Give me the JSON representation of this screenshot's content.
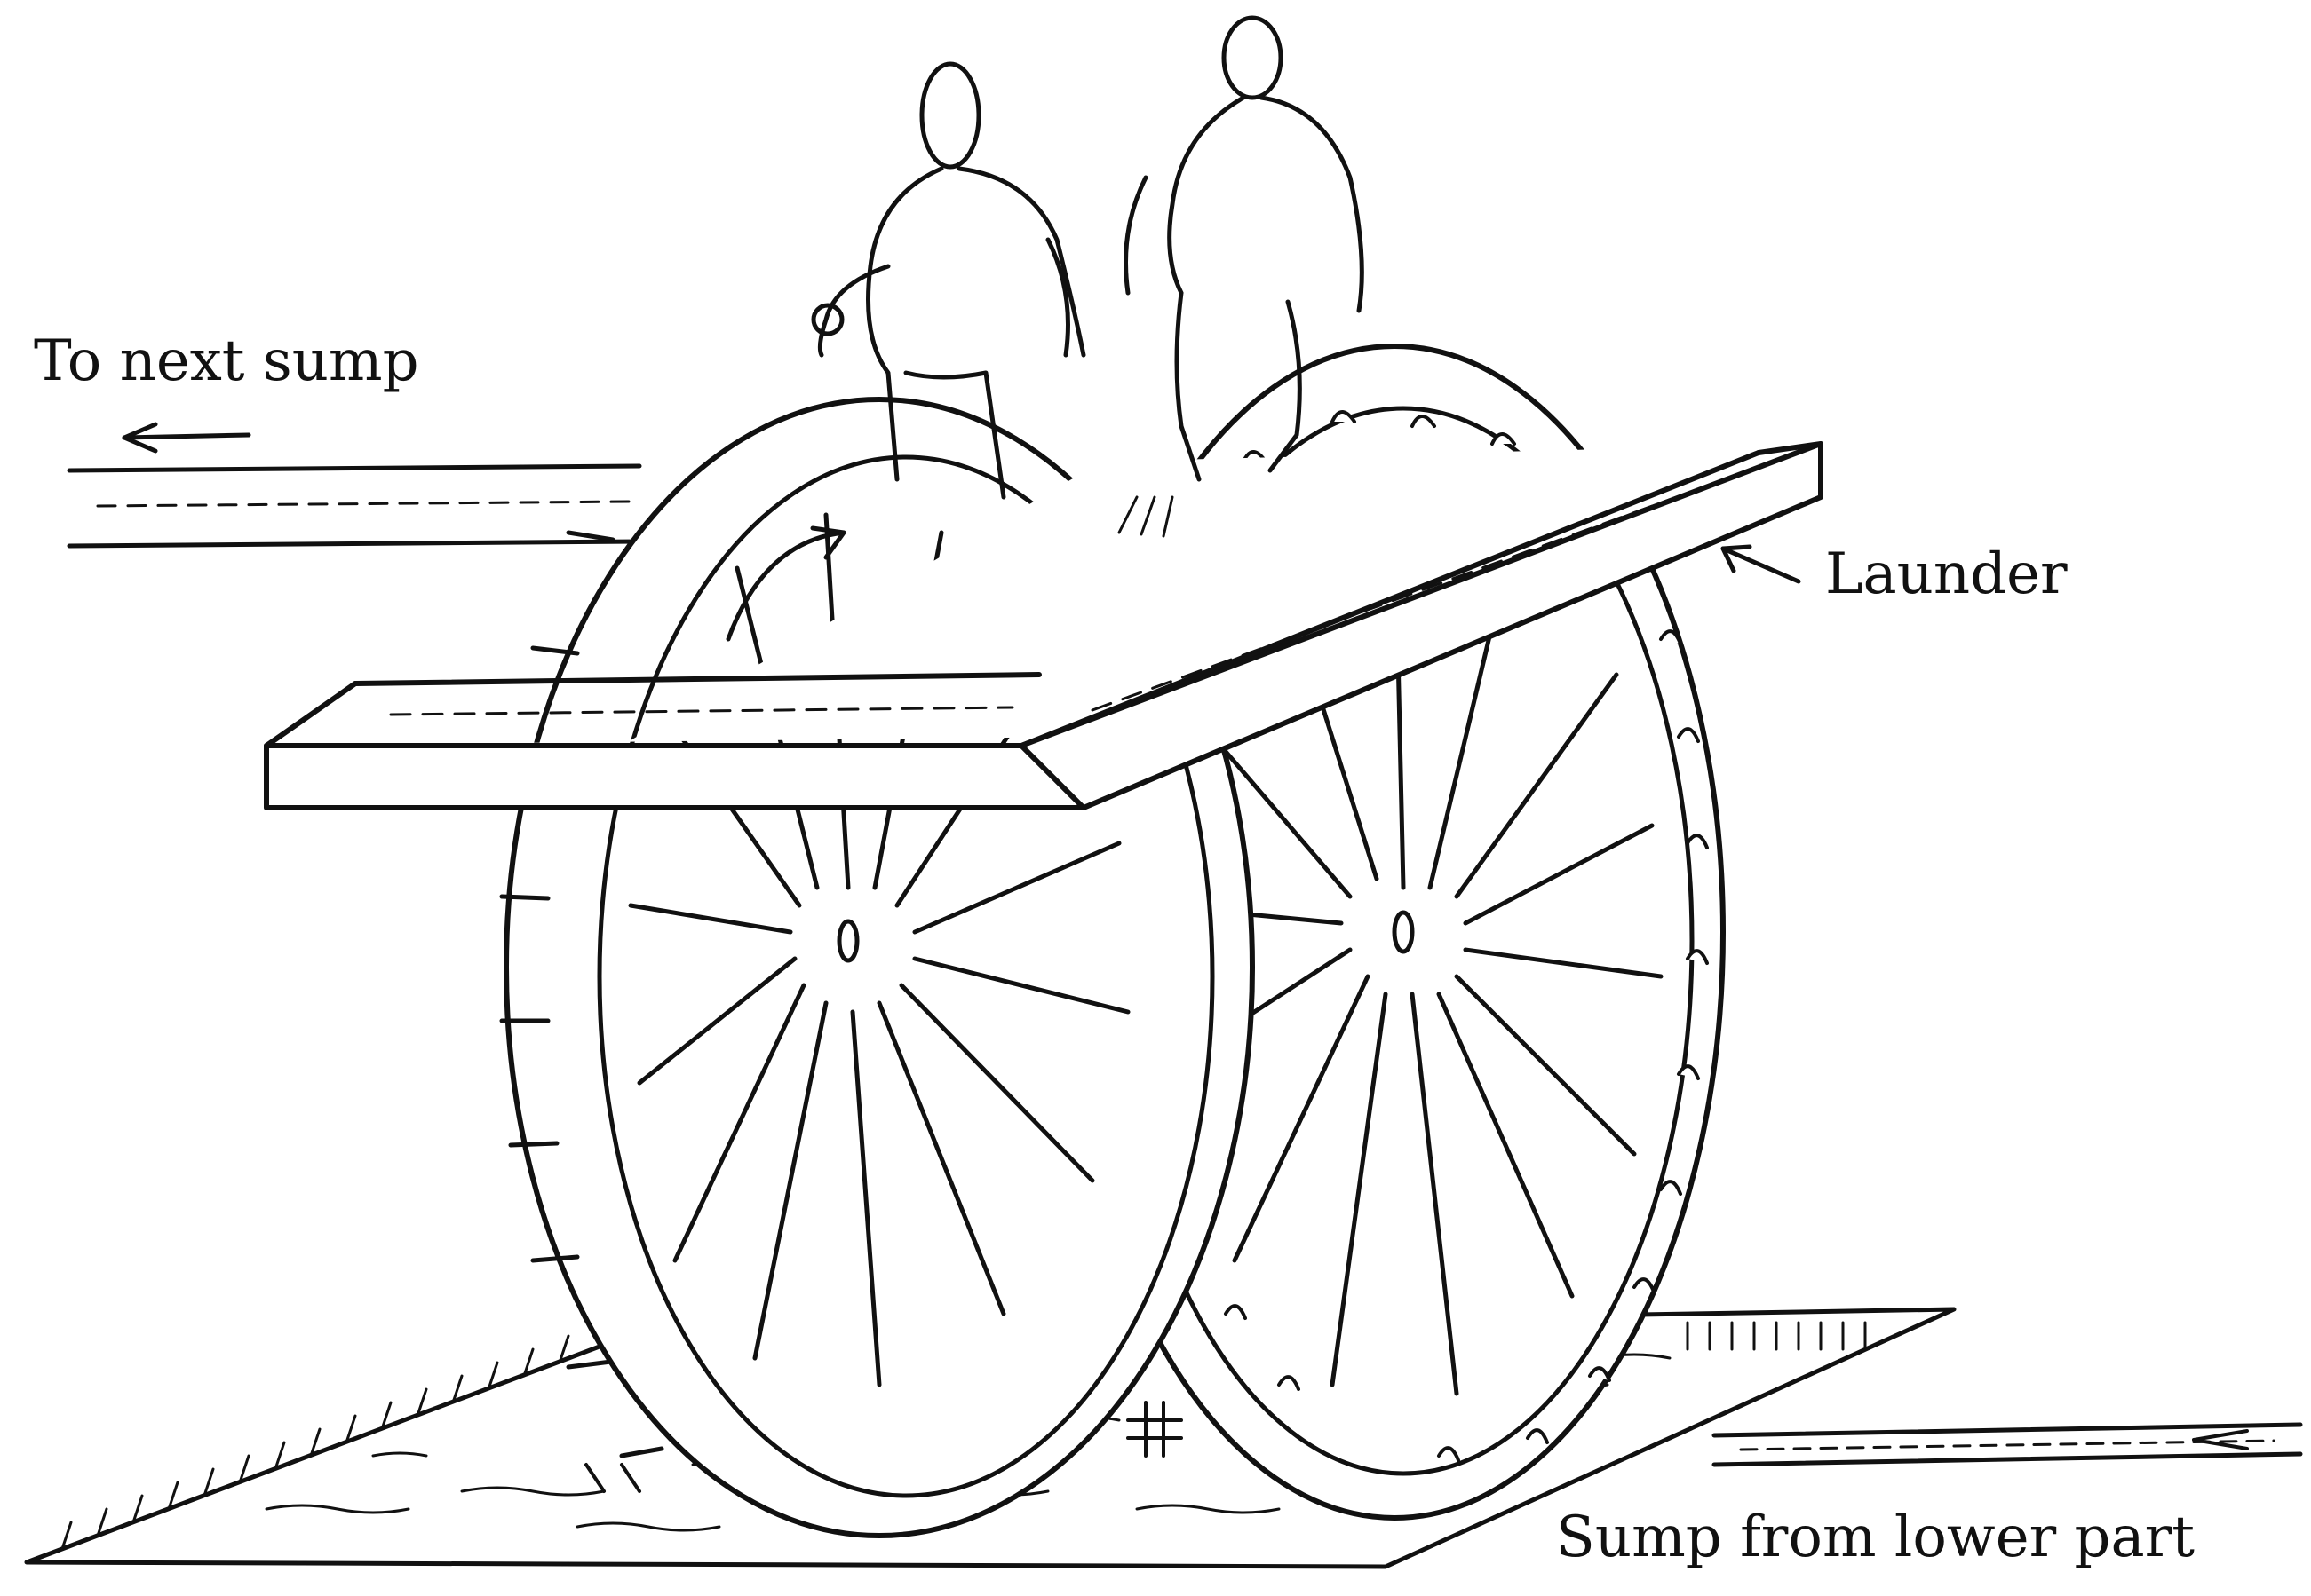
{
  "labels": {
    "to_next_sump": "To next sump",
    "launder": "Launder",
    "sump_from_lower_part": "Sump from lower part"
  },
  "colors": {
    "ink": "#111111",
    "paper": "#ffffff"
  }
}
